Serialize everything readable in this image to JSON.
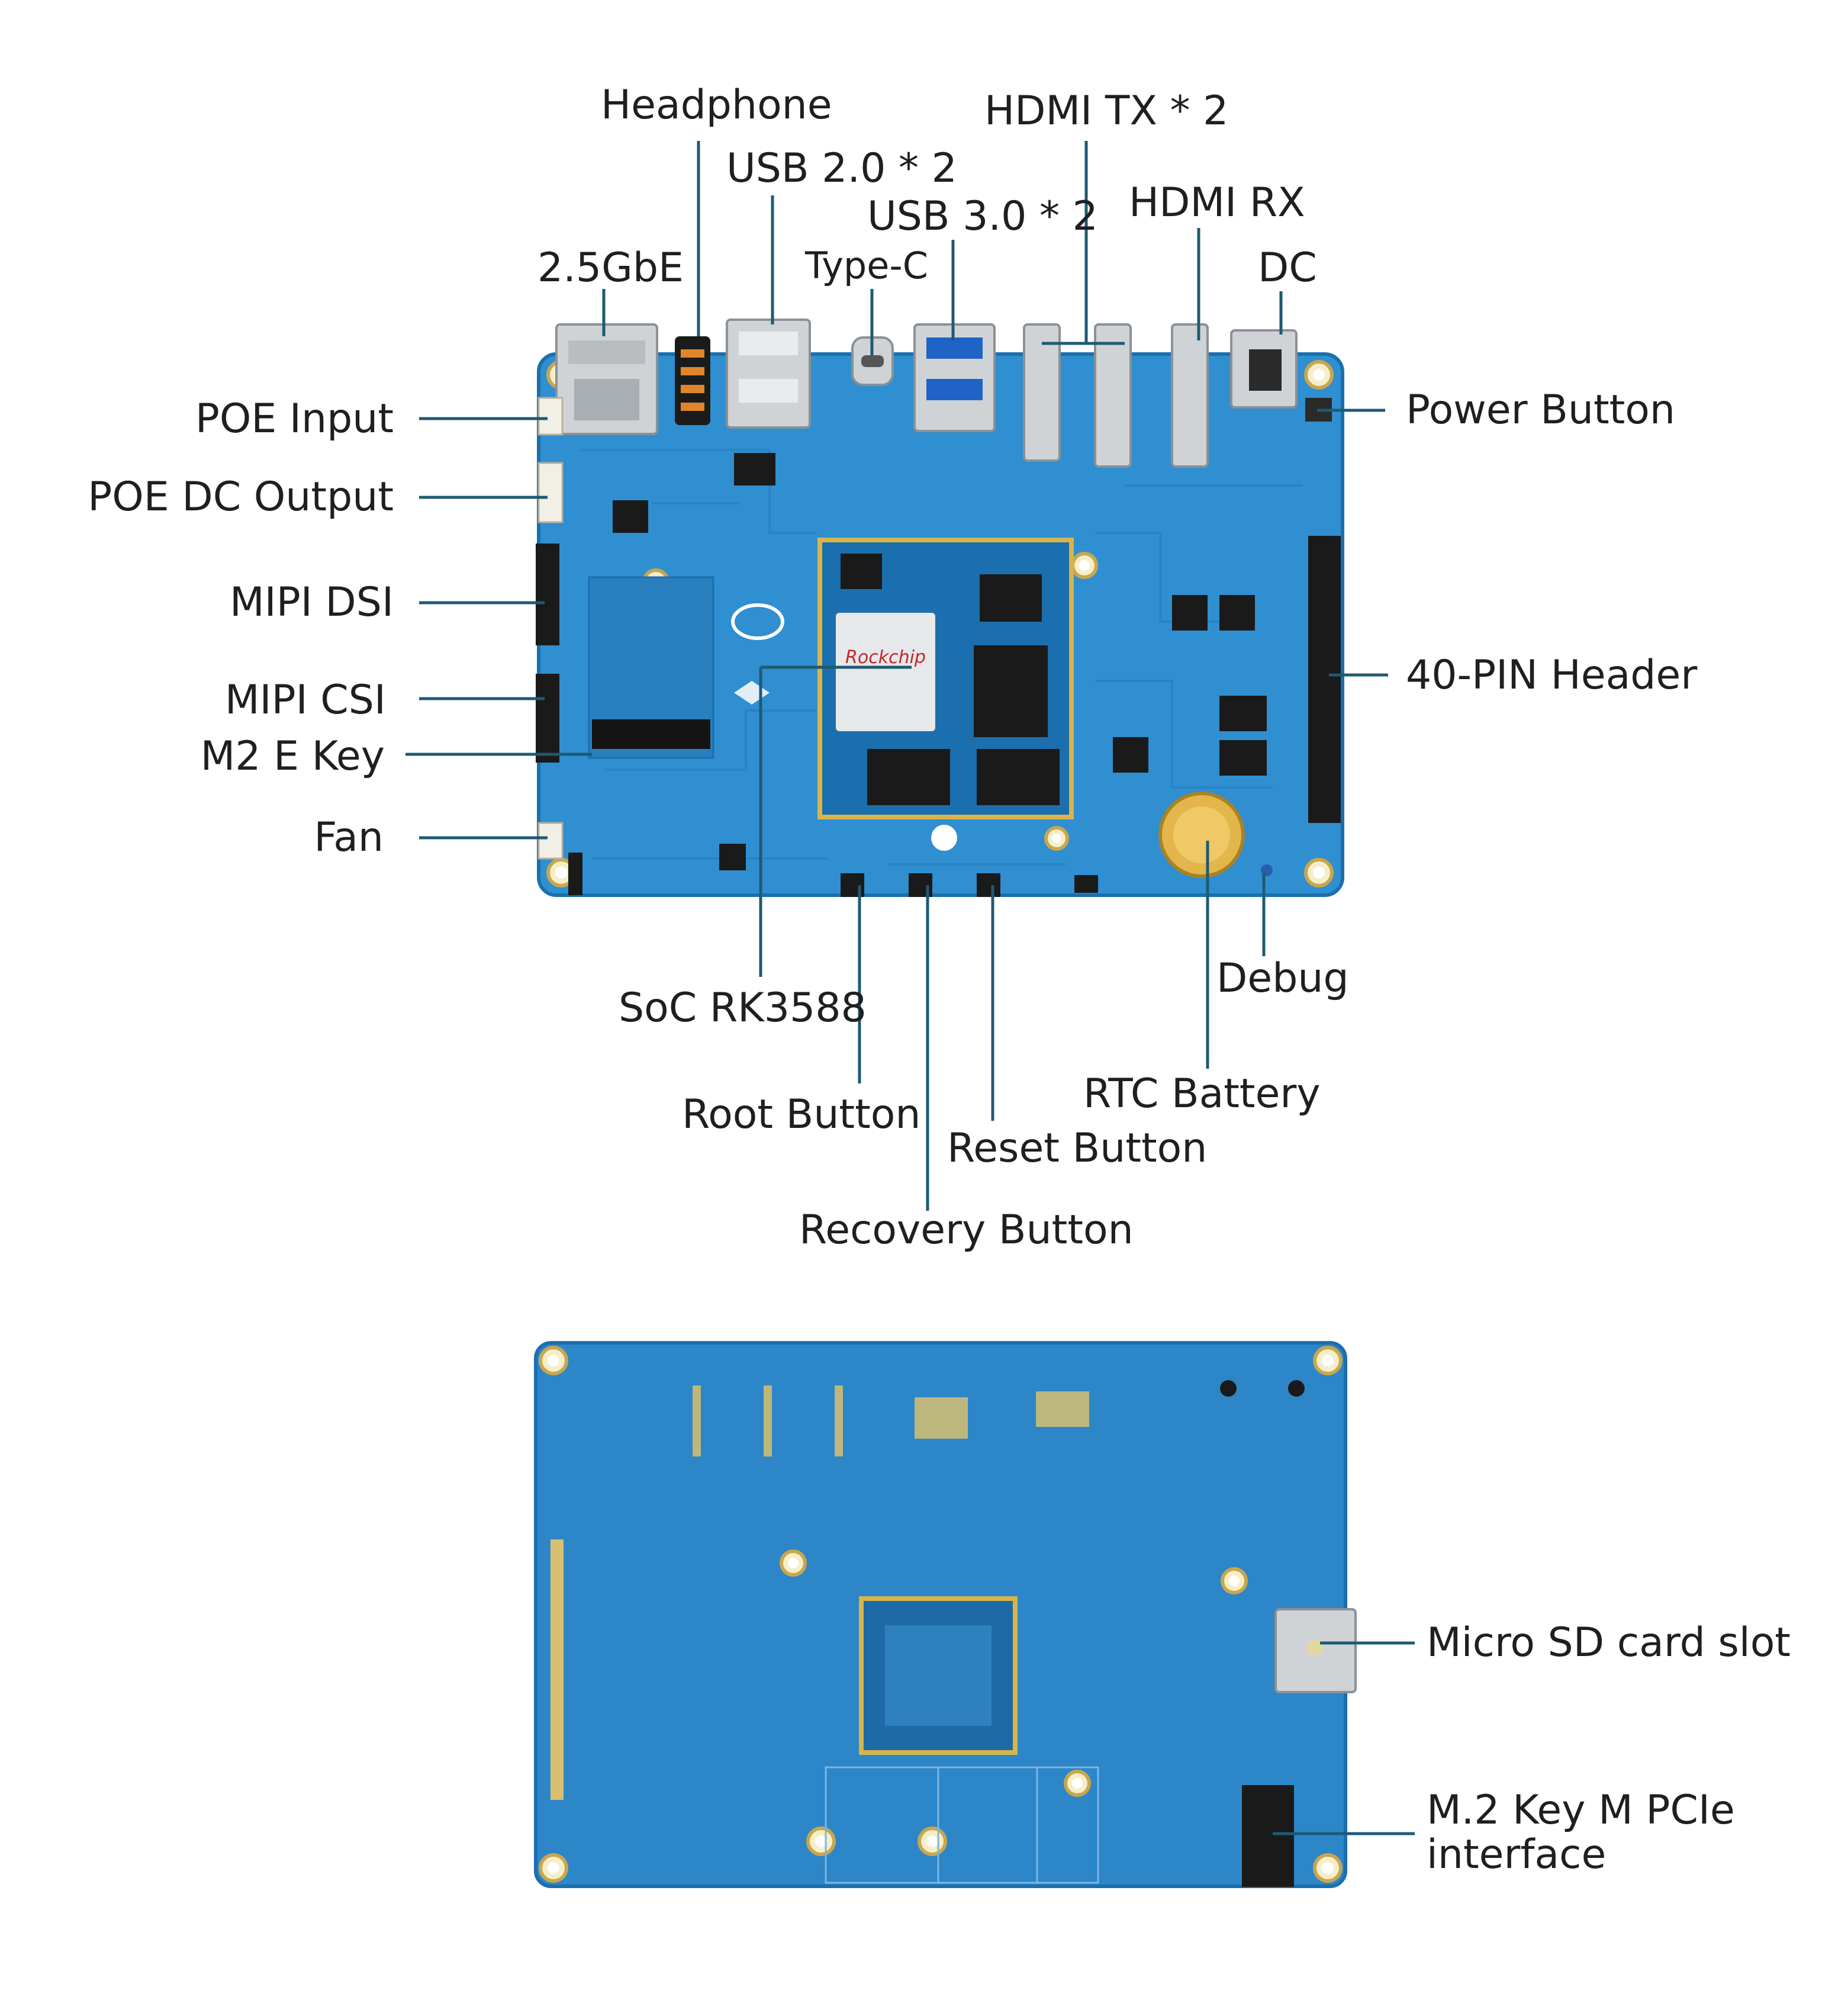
{
  "top_view": {
    "labels": {
      "headphone": "Headphone",
      "hdmi_tx": "HDMI TX * 2",
      "usb20": "USB 2.0 * 2",
      "usb30": "USB 3.0 * 2",
      "hdmi_rx": "HDMI RX",
      "gbe": "2.5GbE",
      "typec": "Type-C",
      "dc": "DC",
      "poe_input": "POE Input",
      "power_button": "Power Button",
      "poe_dc_output": "POE DC Output",
      "mipi_dsi": "MIPI DSI",
      "pin_header": "40-PIN Header",
      "mipi_csi": "MIPI CSI",
      "m2_e_key": "M2 E Key",
      "fan": "Fan",
      "debug": "Debug",
      "soc": "SoC RK3588",
      "rtc_battery": "RTC Battery",
      "root_button": "Root Button",
      "reset_button": "Reset Button",
      "recovery_button": "Recovery Button"
    }
  },
  "bottom_view": {
    "labels": {
      "micro_sd": "Micro SD card slot",
      "m2_key_m_line1": "M.2 Key M PCIe",
      "m2_key_m_line2": "interface"
    }
  },
  "colors": {
    "board": "#2f8fd0",
    "leader_line": "#1e5a73",
    "label_text": "#1f1f1f",
    "module_frame": "#d7b54a"
  }
}
